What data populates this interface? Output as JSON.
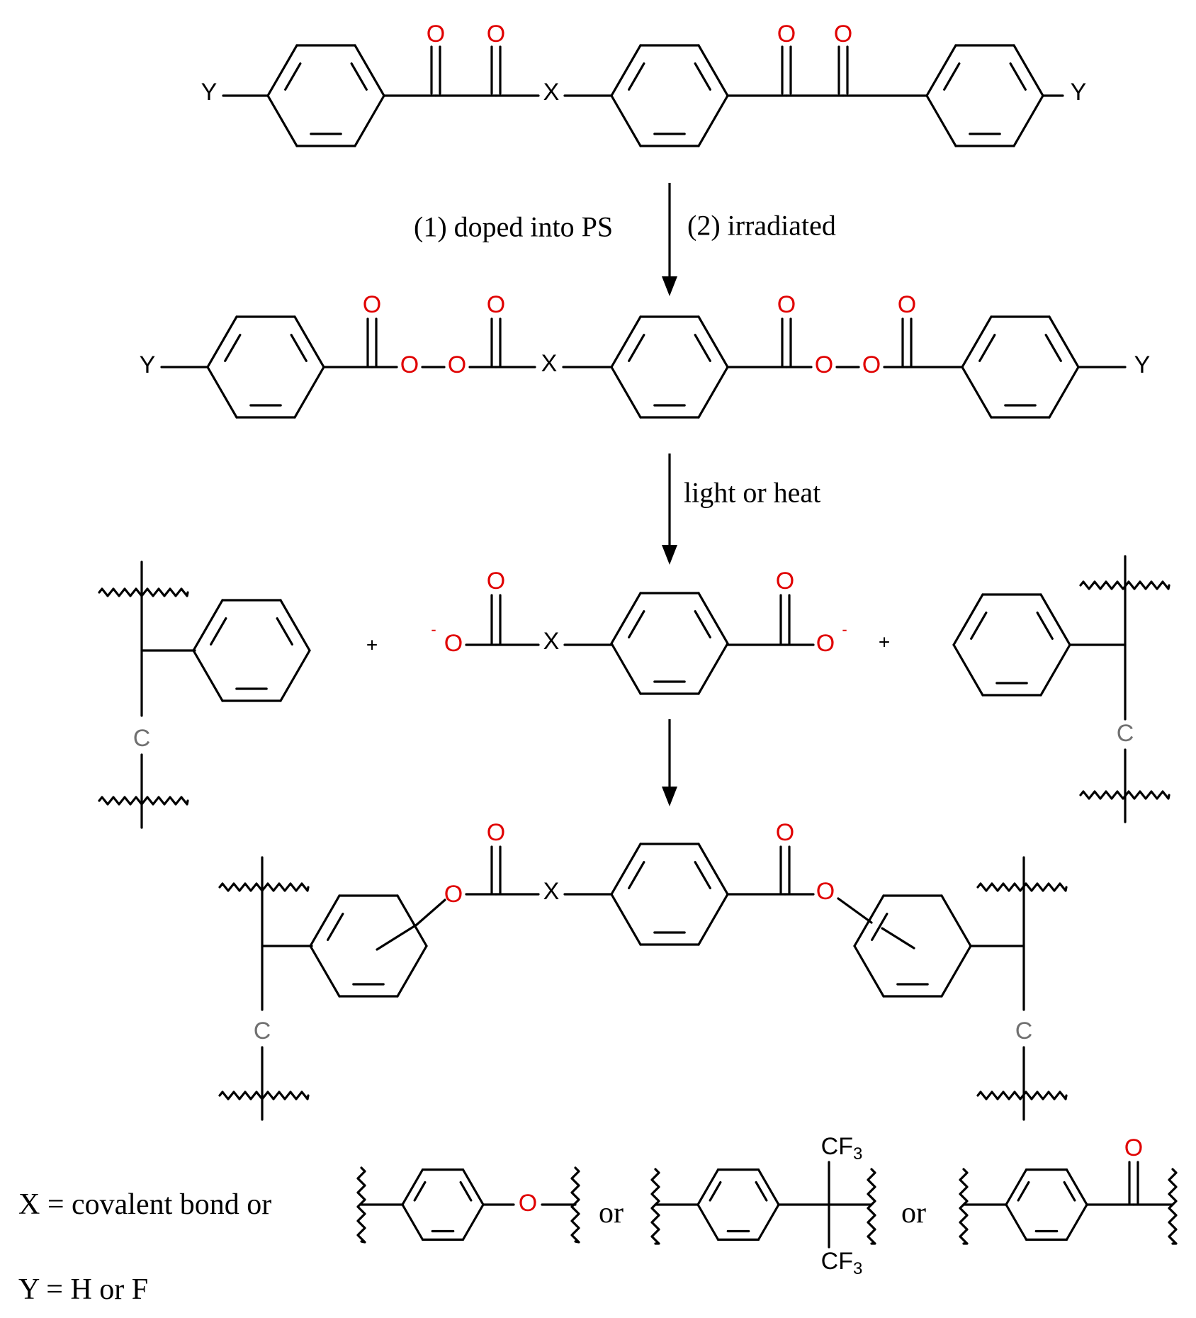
{
  "atoms": {
    "Y": "Y",
    "X": "X",
    "O": "O",
    "C": "C",
    "CF": "CF",
    "three": "3"
  },
  "charges": {
    "minus": "-"
  },
  "plus": "+",
  "conditions": {
    "step1": "(1) doped into PS",
    "step2": "(2) irradiated",
    "step3": "light or heat"
  },
  "legend": {
    "x_def": "X = covalent bond or",
    "or": "or",
    "y_def": "Y = H or F"
  },
  "colors": {
    "heteroatom": "#e00000",
    "chain_carbon": "#707070",
    "bond": "#000000"
  }
}
